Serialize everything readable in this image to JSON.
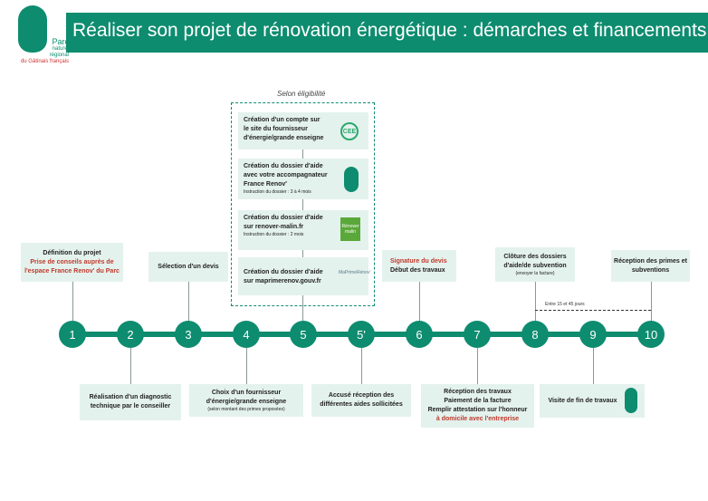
{
  "header": {
    "title": "Réaliser son projet de rénovation énergétique : démarches et financements",
    "logo": {
      "line1": "Parc",
      "line2": "naturel",
      "line3": "régional",
      "line4": "du Gâtinais français"
    }
  },
  "eligibility": {
    "label": "Selon éligibilité",
    "steps": [
      {
        "lines": [
          "Création d'un compte sur",
          "le site du fournisseur",
          "d'énergie/grande enseigne"
        ],
        "icon": "cee-icon",
        "icon_text": "CEE"
      },
      {
        "lines": [
          "Création du dossier d'aide",
          "avec votre accompagnateur",
          "France Renov'"
        ],
        "note": "Instruction du dossier : 3 à 4 mois",
        "icon": "leaf-icon"
      },
      {
        "lines": [
          "Création du dossier d'aide",
          "sur renover-malin.fr"
        ],
        "note": "Instruction du dossier : 2 mois",
        "icon": "renover-malin-icon",
        "icon_text": "Rénover malin"
      },
      {
        "lines": [
          "Création du dossier d'aide",
          "sur maprimerenov.gouv.fr"
        ],
        "icon": "maprimerenov-icon",
        "icon_text": "MaPrimeRénov'"
      }
    ]
  },
  "nodes": [
    "1",
    "2",
    "3",
    "4",
    "5",
    "5'",
    "6",
    "7",
    "8",
    "9",
    "10"
  ],
  "top_boxes": {
    "n1": {
      "title": "Définition du projet",
      "red": "Prise de conseils  auprès de l'espace France Renov' du Parc"
    },
    "n3": {
      "title": "Sélection d'un devis"
    },
    "n6": {
      "red": "Signature du devis",
      "title": "Début des travaux"
    },
    "n8": {
      "title": "Clôture des dossiers d'aide/de subvention",
      "note": "(envoyer la facture)"
    },
    "n10": {
      "title": "Réception des primes et subventions"
    }
  },
  "bottom_boxes": {
    "n2": {
      "title": "Réalisation d'un diagnostic technique par le conseiller"
    },
    "n4": {
      "title": "Choix d'un fournisseur d'énergie/grande enseigne",
      "note": "(selon montant des primes proposées)"
    },
    "n5p": {
      "title": "Accusé réception des différentes aides sollicitées"
    },
    "n7": {
      "l1": "Réception des travaux",
      "l2": "Paiement de la facture",
      "l3": "Remplir attestation sur l'honneur",
      "red": "à domicile avec l'entreprise"
    },
    "n9": {
      "title": "Visite de fin de travaux"
    }
  },
  "delay": "Entre 15 et 45 jours",
  "colors": {
    "primary": "#0e8c6f",
    "box_bg": "#e4f2ee",
    "accent_red": "#c0392b"
  }
}
